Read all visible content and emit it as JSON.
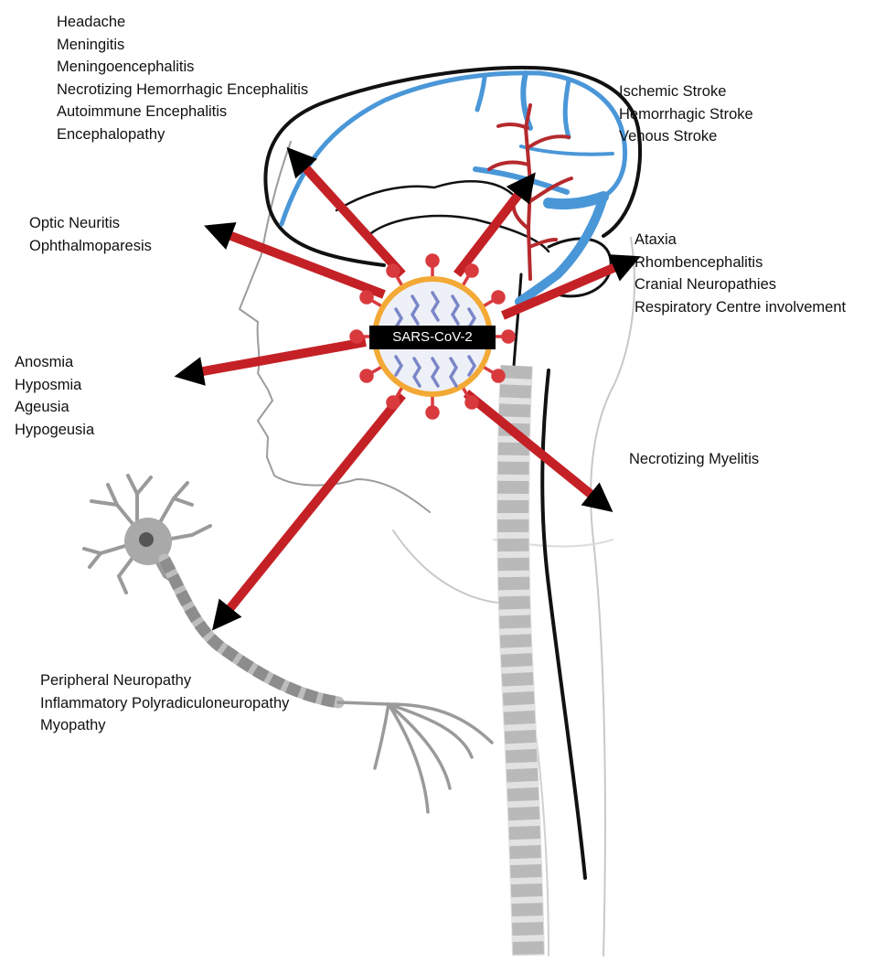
{
  "virus": {
    "label": "SARS-CoV-2"
  },
  "label_groups": {
    "brain": [
      "Headache",
      "Meningitis",
      "Meningoencephalitis",
      "Necrotizing Hemorrhagic Encephalitis",
      "Autoimmune Encephalitis",
      "Encephalopathy"
    ],
    "stroke": [
      "Ischemic Stroke",
      "Hemorrhagic Stroke",
      "Venous Stroke"
    ],
    "eye": [
      "Optic Neuritis",
      "Ophthalmoparesis"
    ],
    "brainstem": [
      "Ataxia",
      "Rhombencephalitis",
      "Cranial Neuropathies",
      "Respiratory Centre involvement"
    ],
    "smell_taste": [
      "Anosmia",
      "Hyposmia",
      "Ageusia",
      "Hypogeusia"
    ],
    "spinal_cord": [
      "Necrotizing Myelitis"
    ],
    "peripheral": [
      "Peripheral Neuropathy",
      "Inflammatory Polyradiculoneuropathy",
      "Myopathy"
    ]
  },
  "colors": {
    "arrow": "#c42126",
    "vessel": "#4a97d8",
    "spike": "#d83a3e",
    "virus_membrane": "#f3a935",
    "virus_interior": "#7b86c8",
    "outline": "#222222",
    "neuron": "#9a9a9a"
  },
  "icons": [
    "head-outline",
    "brain-outline",
    "venous-sinus-vessels",
    "cerebral-arteries",
    "spine-column",
    "spinal-cord",
    "neuron-icon",
    "virus-icon"
  ]
}
